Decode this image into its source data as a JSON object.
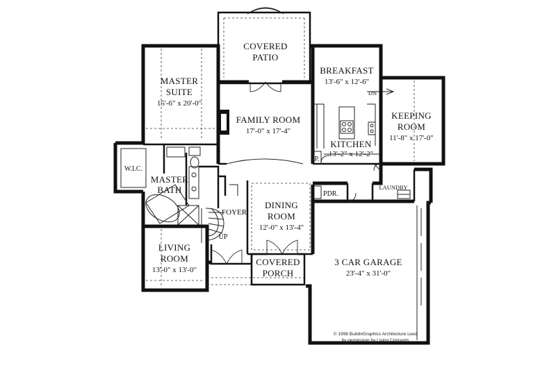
{
  "rooms": {
    "covered_patio": {
      "name_1": "COVERED",
      "name_2": "PATIO"
    },
    "breakfast": {
      "name": "BREAKFAST",
      "dim": "13'-6\" x 12'-6\""
    },
    "master_suite": {
      "name_1": "MASTER",
      "name_2": "SUITE",
      "dim": "15'-6\" x 20'-0\""
    },
    "family_room": {
      "name": "FAMILY ROOM",
      "dim": "17'-0\" x 17'-4\""
    },
    "keeping_room": {
      "name_1": "KEEPING",
      "name_2": "ROOM",
      "dim": "11'-8\" x 17'-0\""
    },
    "kitchen": {
      "name": "KITCHEN",
      "dim": "13'-2\" x 12'-2\""
    },
    "wic": {
      "name": "W.I.C."
    },
    "master_bath": {
      "name_1": "MASTER",
      "name_2": "BATH"
    },
    "foyer": {
      "name": "FOYER"
    },
    "dining_room": {
      "name_1": "DINING",
      "name_2": "ROOM",
      "dim": "12'-0\" x 13'-4\""
    },
    "living_room": {
      "name_1": "LIVING",
      "name_2": "ROOM",
      "dim": "13'-0\" x 13'-0\""
    },
    "covered_porch": {
      "name_1": "COVERED",
      "name_2": "PORCH"
    },
    "garage": {
      "name": "3 CAR GARAGE",
      "dim": "23'-4\" x 31'-0\""
    },
    "pdr": {
      "name": "PDR."
    },
    "laundry": {
      "name": "LAUNDRY"
    },
    "pantry": {
      "name": "P."
    }
  },
  "labels": {
    "dn": "DN",
    "up": "UP"
  },
  "credit": {
    "line_1": "© 1998 BuildinGraphics Architecture used",
    "line_2": "by permission by Living Concepts"
  }
}
